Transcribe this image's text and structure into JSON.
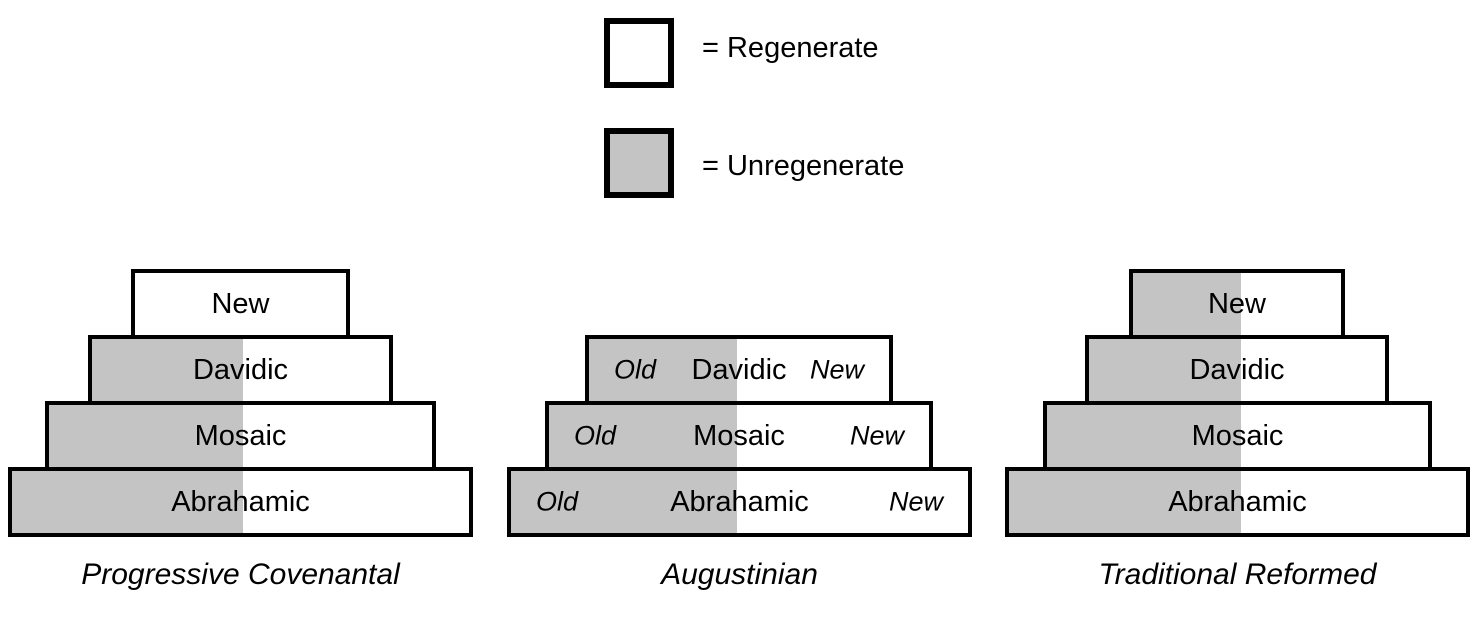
{
  "legend": {
    "regenerate": {
      "label": "= Regenerate",
      "fill": "#ffffff"
    },
    "unregenerate": {
      "label": "= Unregenerate",
      "fill": "#c4c4c4"
    }
  },
  "colors": {
    "regenerate_fill": "#ffffff",
    "unregenerate_fill": "#c4c4c4",
    "outline": "#000000"
  },
  "pyramids": [
    {
      "name": "progressive-covenantal",
      "caption": "Progressive Covenantal",
      "rows": [
        {
          "label": "New",
          "shaded_left": false
        },
        {
          "label": "Davidic",
          "shaded_left": true
        },
        {
          "label": "Mosaic",
          "shaded_left": true
        },
        {
          "label": "Abrahamic",
          "shaded_left": true
        }
      ]
    },
    {
      "name": "augustinian",
      "caption": "Augustinian",
      "rows": [
        {
          "label": "Davidic",
          "old_label": "Old",
          "new_label": "New",
          "shaded_left": true
        },
        {
          "label": "Mosaic",
          "old_label": "Old",
          "new_label": "New",
          "shaded_left": true
        },
        {
          "label": "Abrahamic",
          "old_label": "Old",
          "new_label": "New",
          "shaded_left": true
        }
      ]
    },
    {
      "name": "traditional-reformed",
      "caption": "Traditional Reformed",
      "rows": [
        {
          "label": "New",
          "shaded_left": true
        },
        {
          "label": "Davidic",
          "shaded_left": true
        },
        {
          "label": "Mosaic",
          "shaded_left": true
        },
        {
          "label": "Abrahamic",
          "shaded_left": true
        }
      ]
    }
  ]
}
